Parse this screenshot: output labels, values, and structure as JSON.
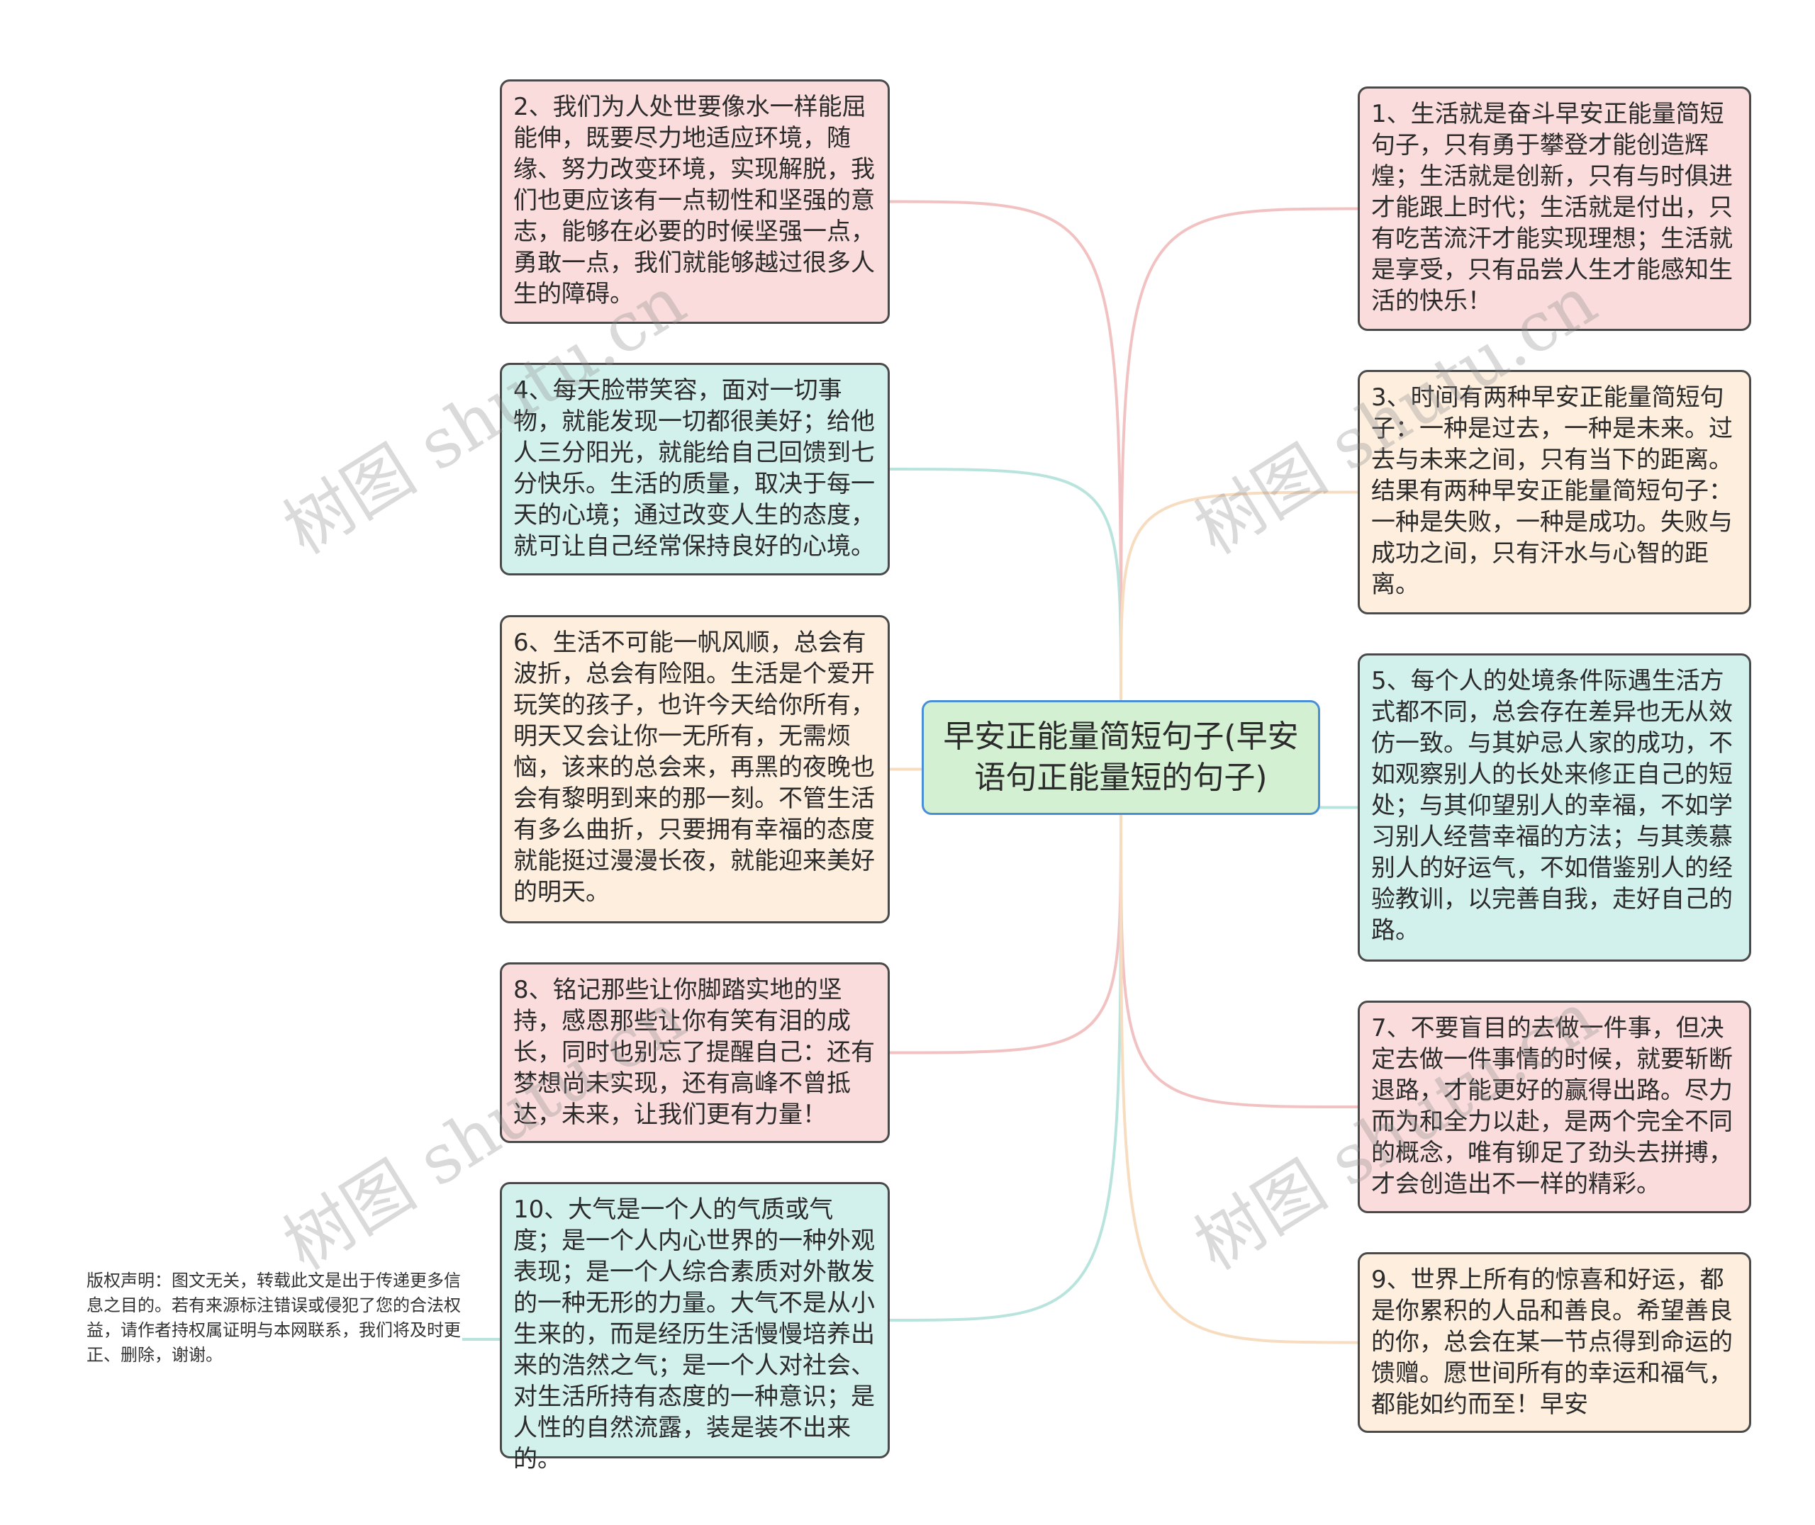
{
  "central": {
    "text": "早安正能量简短句子(早安语句正能量短的句子)"
  },
  "left_nodes": [
    {
      "text": "2、我们为人处世要像水一样能屈能伸，既要尽力地适应环境，随缘、努力改变环境，实现解脱，我们也更应该有一点韧性和坚强的意志，能够在必要的时候坚强一点，勇敢一点，我们就能够越过很多人生的障碍。",
      "color": "#f2c2c2"
    },
    {
      "text": "4、每天脸带笑容，面对一切事物，就能发现一切都很美好；给他人三分阳光，就能给自己回馈到七分快乐。生活的质量，取决于每一天的心境；通过改变人生的态度，就可让自己经常保持良好的心境。",
      "color": "#b9e4de"
    },
    {
      "text": "6、生活不可能一帆风顺，总会有波折，总会有险阻。生活是个爱开玩笑的孩子，也许今天给你所有，明天又会让你一无所有，无需烦恼，该来的总会来，再黑的夜晚也会有黎明到来的那一刻。不管生活有多么曲折，只要拥有幸福的态度就能挺过漫漫长夜，就能迎来美好的明天。",
      "color": "#f7dcc0"
    },
    {
      "text": "8、铭记那些让你脚踏实地的坚持，感恩那些让你有笑有泪的成长，同时也别忘了提醒自己：还有梦想尚未实现，还有高峰不曾抵达，未来，让我们更有力量！",
      "color": "#f2c2c2"
    },
    {
      "text": "10、大气是一个人的气质或气度；是一个人内心世界的一种外观表现；是一个人综合素质对外散发的一种无形的力量。大气不是从小生来的，而是经历生活慢慢培养出来的浩然之气；是一个人对社会、对生活所持有态度的一种意识；是人性的自然流露，装是装不出来的。",
      "color": "#b9e4de"
    }
  ],
  "right_nodes": [
    {
      "text": "1、生活就是奋斗早安正能量简短句子，只有勇于攀登才能创造辉煌；生活就是创新，只有与时俱进才能跟上时代；生活就是付出，只有吃苦流汗才能实现理想；生活就是享受，只有品尝人生才能感知生活的快乐！",
      "color": "#f2c2c2"
    },
    {
      "text": "3、时间有两种早安正能量简短句子：一种是过去，一种是未来。过去与未来之间，只有当下的距离。结果有两种早安正能量简短句子：一种是失败，一种是成功。失败与成功之间，只有汗水与心智的距离。",
      "color": "#f7dcc0"
    },
    {
      "text": "5、每个人的处境条件际遇生活方式都不同，总会存在差异也无从效仿一致。与其妒忌人家的成功，不如观察别人的长处来修正自己的短处；与其仰望别人的幸福，不如学习别人经营幸福的方法；与其羡慕别人的好运气，不如借鉴别人的经验教训，以完善自我，走好自己的路。",
      "color": "#b9e4de"
    },
    {
      "text": "7、不要盲目的去做一件事，但决定去做一件事情的时候，就要斩断退路，才能更好的赢得出路。尽力而为和全力以赴，是两个完全不同的概念，唯有铆足了劲头去拼搏，才会创造出不一样的精彩。",
      "color": "#f2c2c2"
    },
    {
      "text": "9、世界上所有的惊喜和好运，都是你累积的人品和善良。希望善良的你，总会在某一节点得到命运的馈赠。愿世间所有的幸运和福气，都能如约而至！早安",
      "color": "#f7dcc0"
    }
  ],
  "copyright": {
    "text": "版权声明：图文无关，转载此文是出于传递更多信息之目的。若有来源标注错误或侵犯了您的合法权益，请作者持权属证明与本网联系，我们将及时更正、删除，谢谢。",
    "color": "#b9e4de"
  },
  "watermark": {
    "text": "树图 shutu.cn"
  }
}
